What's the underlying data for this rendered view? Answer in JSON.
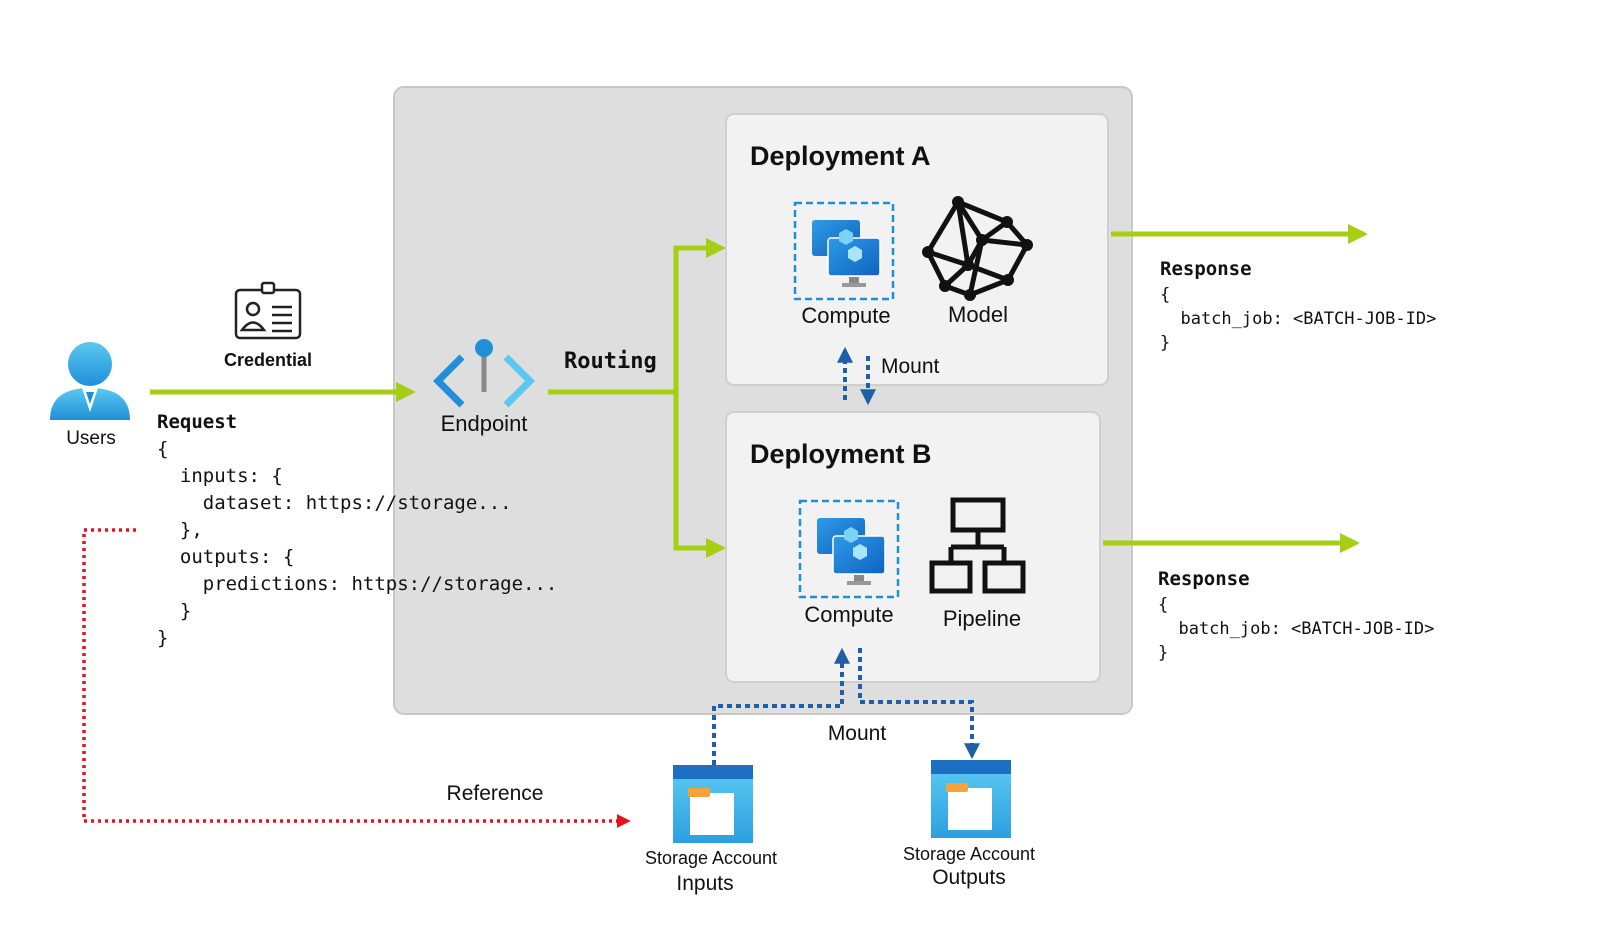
{
  "users": {
    "label": "Users"
  },
  "credential": {
    "label": "Credential"
  },
  "endpoint": {
    "label": "Endpoint"
  },
  "routing": {
    "label": "Routing"
  },
  "request": {
    "title": "Request",
    "lines": [
      "{",
      "  inputs: {",
      "    dataset: https://storage...",
      "  },",
      "  outputs: {",
      "    predictions: https://storage...",
      "  }",
      "}"
    ]
  },
  "deployment_a": {
    "title": "Deployment A",
    "compute_label": "Compute",
    "model_label": "Model"
  },
  "deployment_b": {
    "title": "Deployment B",
    "compute_label": "Compute",
    "pipeline_label": "Pipeline"
  },
  "mount_between": "Mount",
  "mount_storage": "Mount",
  "response_a": {
    "title": "Response",
    "lines": [
      "{",
      "  batch_job: <BATCH-JOB-ID>",
      "}"
    ]
  },
  "response_b": {
    "title": "Response",
    "lines": [
      "{",
      "  batch_job: <BATCH-JOB-ID>",
      "}"
    ]
  },
  "reference": {
    "label": "Reference"
  },
  "storage_inputs": {
    "label": "Storage Account",
    "sublabel": "Inputs"
  },
  "storage_outputs": {
    "label": "Storage Account",
    "sublabel": "Outputs"
  },
  "colors": {
    "arrow_green": "#a6ce12",
    "dotted_blue": "#1f5fa8",
    "reference_red": "#e8111b",
    "panel_gray": "#dedede",
    "card_bg": "#f2f2f2",
    "azure_blue": "#1f8fd8",
    "azure_light": "#5cc8f0"
  }
}
